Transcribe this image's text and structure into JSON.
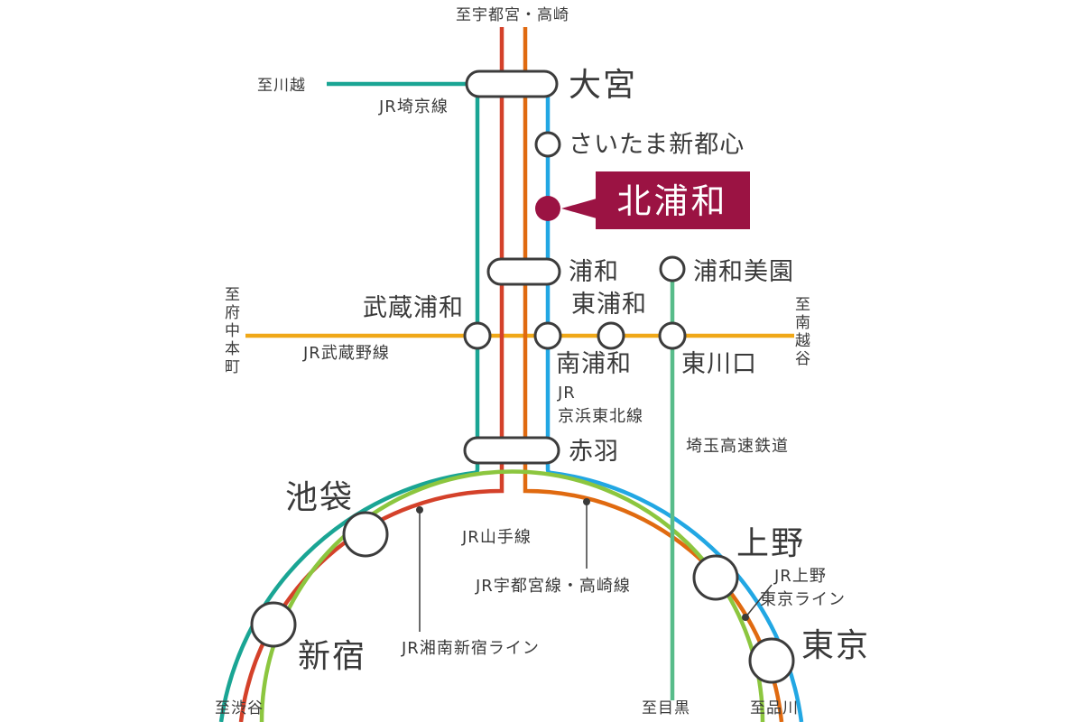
{
  "colors": {
    "saikyo": "#1aa594",
    "utsunomiya": "#e06a10",
    "yamanote": "#8cc63f",
    "shonan": "#d4412a",
    "keihin": "#22a7e3",
    "musashino": "#f0a818",
    "saitama_railway": "#58bc8a",
    "highlight": "#9b1343"
  },
  "highlight": {
    "name": "北浦和"
  },
  "stations": {
    "omiya": "大宮",
    "saitama_shintoshin": "さいたま新都心",
    "urawa": "浦和",
    "urawa_misono": "浦和美園",
    "higashi_urawa": "東浦和",
    "musashi_urawa": "武蔵浦和",
    "minami_urawa": "南浦和",
    "higashi_kawaguchi": "東川口",
    "akabane": "赤羽",
    "ikebukuro": "池袋",
    "ueno": "上野",
    "shinjuku": "新宿",
    "tokyo": "東京"
  },
  "lines": {
    "saikyo": "JR埼京線",
    "musashino": "JR武蔵野線",
    "keihin_1": "JR",
    "keihin_2": "京浜東北線",
    "saitama_railway": "埼玉高速鉄道",
    "yamanote": "JR山手線",
    "utsunomiya": "JR宇都宮線・高崎線",
    "shonan": "JR湘南新宿ライン",
    "ueno_tokyo_1": "JR上野",
    "ueno_tokyo_2": "東京ライン"
  },
  "directions": {
    "north": "至宇都宮・高崎",
    "kawagoe": "至川越",
    "fuchu": [
      "至",
      "府",
      "中",
      "本",
      "町"
    ],
    "minami_koshigaya": [
      "至",
      "南",
      "越",
      "谷"
    ],
    "shibuya": "至渋谷",
    "meguro": "至目黒",
    "shinagawa": "至品川"
  }
}
